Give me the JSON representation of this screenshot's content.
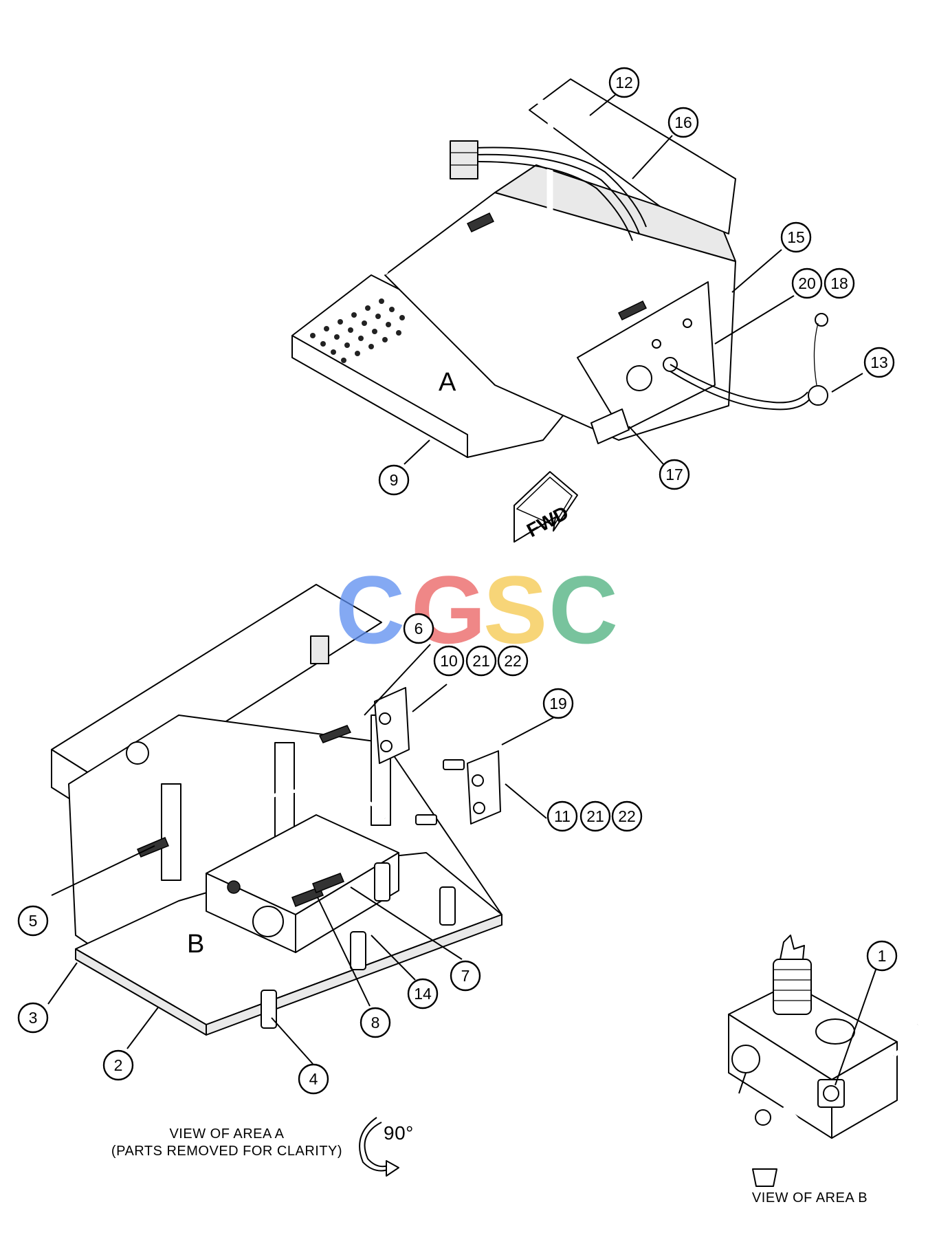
{
  "watermark": {
    "letters": [
      "C",
      "G",
      "S",
      "C"
    ],
    "colors": [
      "#5b8def",
      "#ea5f5f",
      "#f5c84c",
      "#4caf7d"
    ]
  },
  "area_labels": {
    "a": "A",
    "b": "B"
  },
  "fwd_label": "FWD",
  "captions": {
    "area_a_line1": "VIEW OF AREA A",
    "area_a_line2": "(PARTS REMOVED FOR CLARITY)",
    "rotation": "90°",
    "area_b": "VIEW OF AREA B"
  },
  "callouts": {
    "c1": "1",
    "c2": "2",
    "c3": "3",
    "c4": "4",
    "c5": "5",
    "c6": "6",
    "c7": "7",
    "c8": "8",
    "c9": "9",
    "c10": "10",
    "c11": "11",
    "c12": "12",
    "c13": "13",
    "c14": "14",
    "c15": "15",
    "c16": "16",
    "c17": "17",
    "c18": "18",
    "c19": "19",
    "c20": "20",
    "c21a": "21",
    "c22a": "22",
    "c21b": "21",
    "c22b": "22"
  }
}
